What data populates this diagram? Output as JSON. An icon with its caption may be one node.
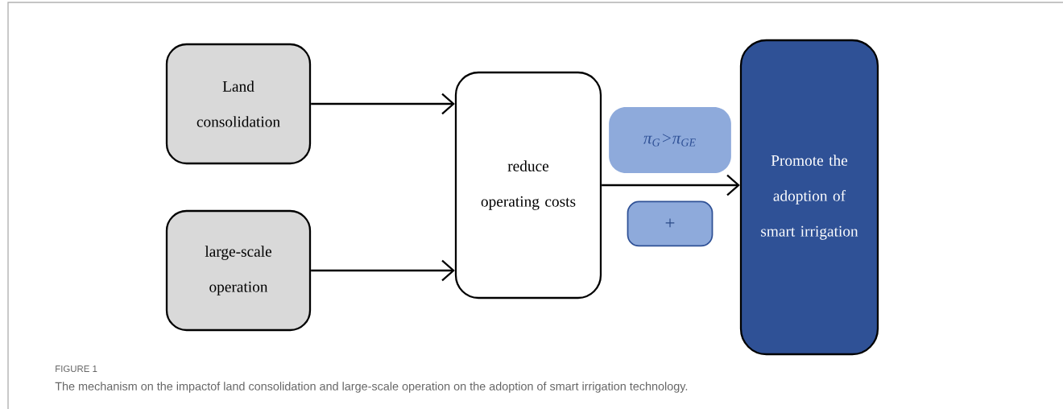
{
  "diagram": {
    "title": "FIGURE 1",
    "caption": "The mechanism on the impactof land consolidation and large-scale operation on the adoption of smart irrigation technology.",
    "nodes": [
      {
        "text": [
          "Land consolidation"
        ]
      },
      {
        "text": [
          "large-scale operation"
        ]
      },
      {
        "text": [
          "reduce operating costs"
        ]
      },
      {
        "text": [
          "π$_{G}$>π$_{GE}$"
        ]
      },
      {
        "text": [
          "+"
        ]
      },
      {
        "text": [
          "Promote the adoption of smart irrigation"
        ]
      }
    ],
    "edges": [
      {
        "from": 0,
        "to": 2,
        "arrow": "to"
      },
      {
        "from": 1,
        "to": 2,
        "arrow": "to"
      },
      {
        "from": 2,
        "to": 5,
        "arrow": "to"
      }
    ]
  }
}
